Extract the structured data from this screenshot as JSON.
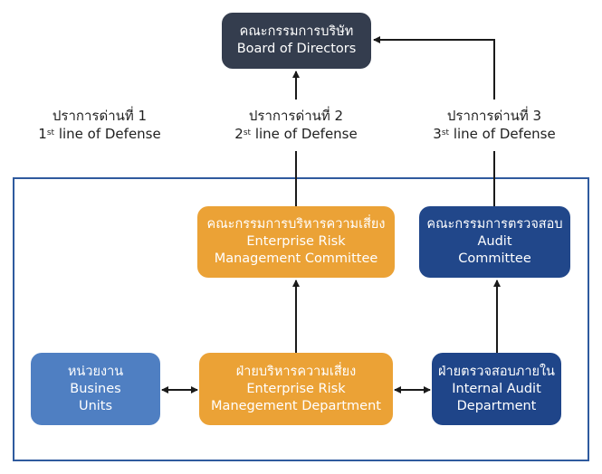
{
  "colors": {
    "board": "#343d4e",
    "frame": "#2f5a9e",
    "risk": "#eba236",
    "audit_committee": "#21478a",
    "business_units": "#4f7fc2",
    "internal_audit": "#1f4589",
    "arrow": "#1a1a1a"
  },
  "board": {
    "thai": "คณะกรรมการบริษัท",
    "en": "Board of Directors"
  },
  "lines": [
    {
      "thai": "ปราการด่านที่ 1",
      "num": "1",
      "sup": "st",
      "en": " line of Defense"
    },
    {
      "thai": "ปราการด่านที่ 2",
      "num": "2",
      "sup": "st",
      "en": " line of Defense"
    },
    {
      "thai": "ปราการด่านที่ 3",
      "num": "3",
      "sup": "st",
      "en": " line of Defense"
    }
  ],
  "erm_committee": {
    "thai": "คณะกรรมการบริหารความเสี่ยง",
    "en1": "Enterprise Risk",
    "en2": "Management Committee"
  },
  "audit_committee": {
    "thai": "คณะกรรมการตรวจสอบ",
    "en1": "Audit",
    "en2": "Committee"
  },
  "business_units": {
    "thai": "หน่วยงาน",
    "en1": "Busines",
    "en2": "Units"
  },
  "erm_department": {
    "thai": "ฝ่ายบริหารความเสี่ยง",
    "en1": "Enterprise Risk",
    "en2": "Manegement Department"
  },
  "internal_audit": {
    "thai": "ฝ่ายตรวจสอบภายใน",
    "en1": "Internal Audit",
    "en2": "Department"
  }
}
